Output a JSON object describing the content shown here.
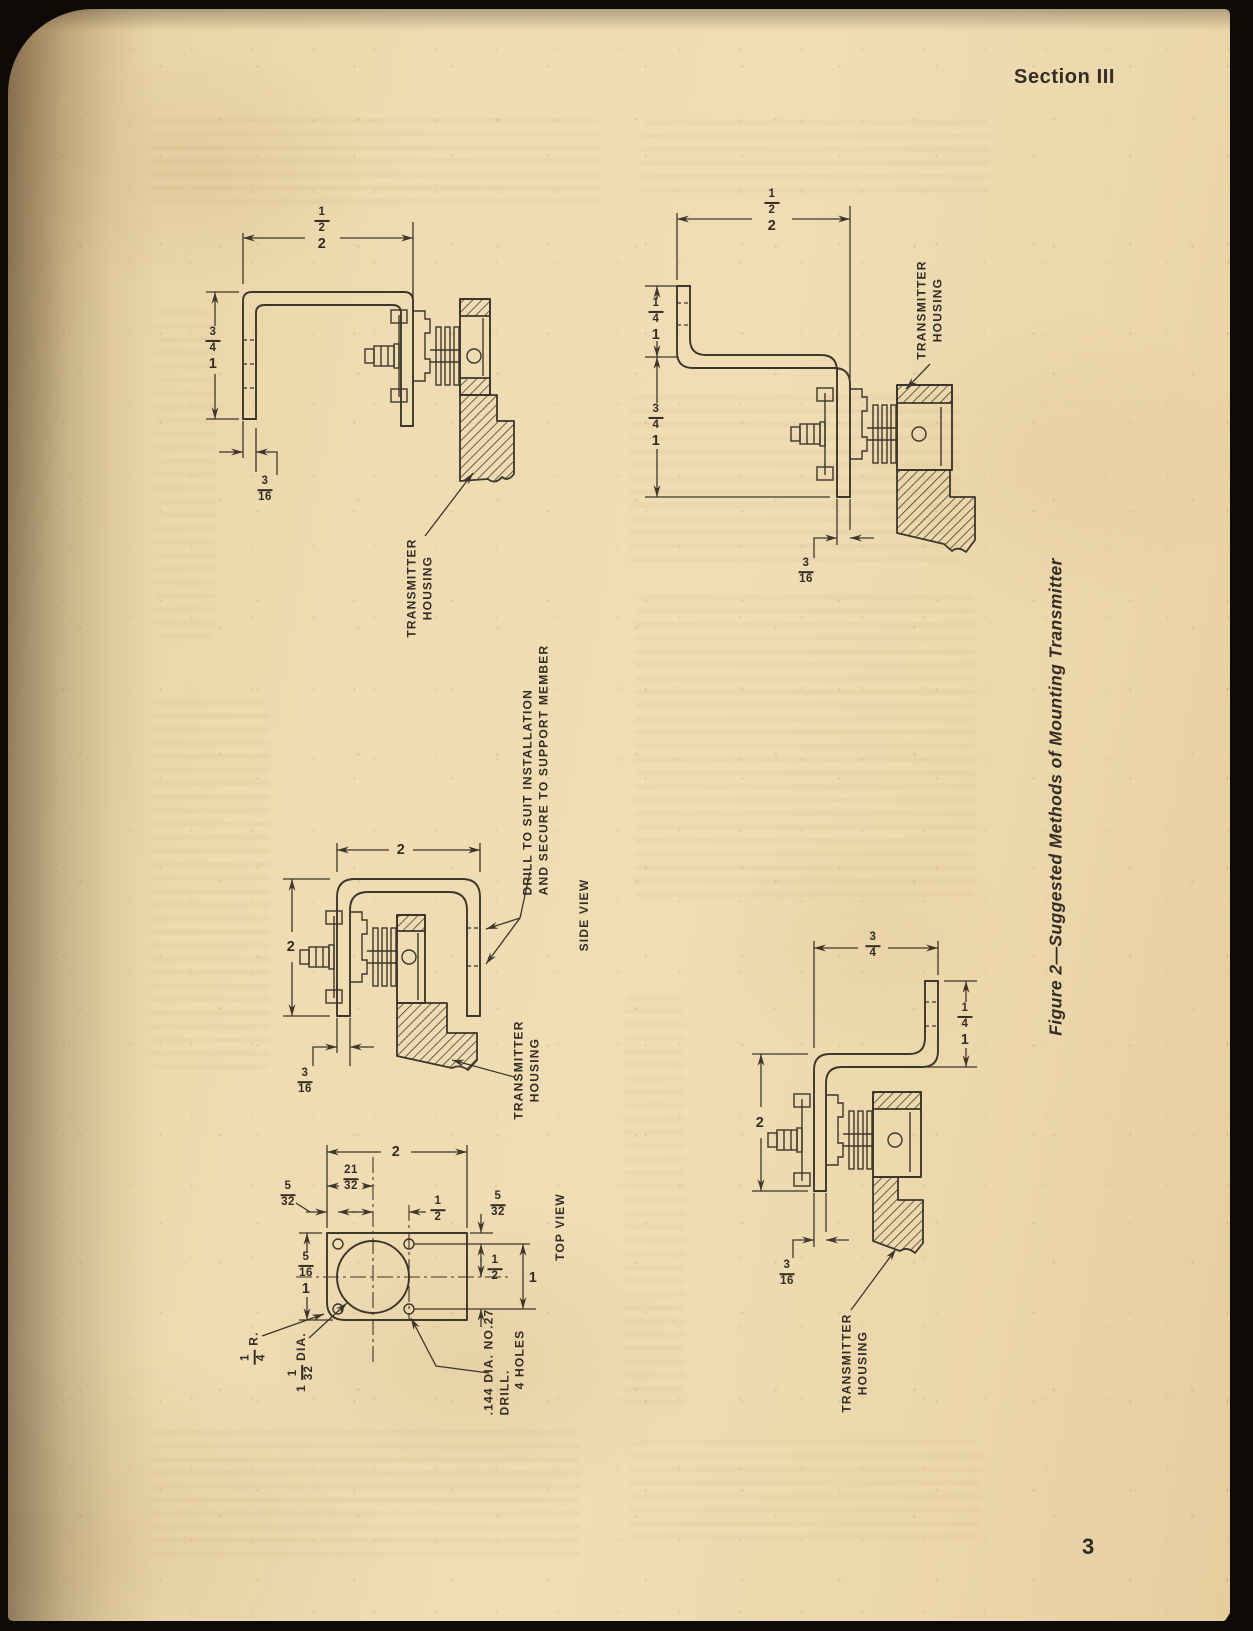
{
  "page": {
    "section_header": "Section III",
    "page_number": "3",
    "figure_caption": "Figure 2—Suggested Methods of Mounting Transmitter"
  },
  "labels": {
    "transmitter_housing": [
      "TRANSMITTER",
      "HOUSING"
    ],
    "drill_note": [
      "DRILL TO SUIT INSTALLATION",
      "AND SECURE TO SUPPORT MEMBER"
    ],
    "side_view": "SIDE VIEW",
    "top_view": "TOP VIEW",
    "drill_spec": [
      ".144 DIA. NO.27",
      "DRILL.",
      "4 HOLES"
    ],
    "radius_label": {
      "num": "1",
      "den": "4",
      "suffix": "R."
    },
    "dia_label": {
      "int": "1",
      "num": "1",
      "den": "32",
      "suffix": "DIA."
    }
  },
  "dimensions": {
    "top_left_bracket": {
      "width": {
        "int": "2",
        "num": "1",
        "den": "2"
      },
      "height": {
        "int": "1",
        "num": "3",
        "den": "4"
      },
      "thickness": {
        "num": "3",
        "den": "16"
      }
    },
    "top_right_bracket": {
      "width": {
        "int": "2",
        "num": "1",
        "den": "2"
      },
      "upper_leg": {
        "int": "1",
        "num": "1",
        "den": "4"
      },
      "lower_leg": {
        "int": "1",
        "num": "3",
        "den": "4"
      },
      "thickness": {
        "num": "3",
        "den": "16"
      }
    },
    "side_view_bracket": {
      "width": "2",
      "depth": "2",
      "thickness": {
        "num": "3",
        "den": "16"
      }
    },
    "top_view_plate": {
      "width": "2",
      "center_offset": {
        "num": "21",
        "den": "32"
      },
      "edge_margin_left": {
        "num": "5",
        "den": "32"
      },
      "edge_margin_right": {
        "num": "5",
        "den": "32"
      },
      "hole_offset_h": {
        "num": "1",
        "den": "2"
      },
      "hole_offset_v": {
        "num": "1",
        "den": "2"
      },
      "hole_spacing": "1",
      "height": {
        "int": "1",
        "num": "5",
        "den": "16"
      }
    },
    "bottom_right_bracket": {
      "top_leg": {
        "num": "3",
        "den": "4"
      },
      "upper_leg": {
        "int": "1",
        "num": "1",
        "den": "4"
      },
      "lower_leg": "2",
      "thickness": {
        "num": "3",
        "den": "16"
      }
    }
  }
}
